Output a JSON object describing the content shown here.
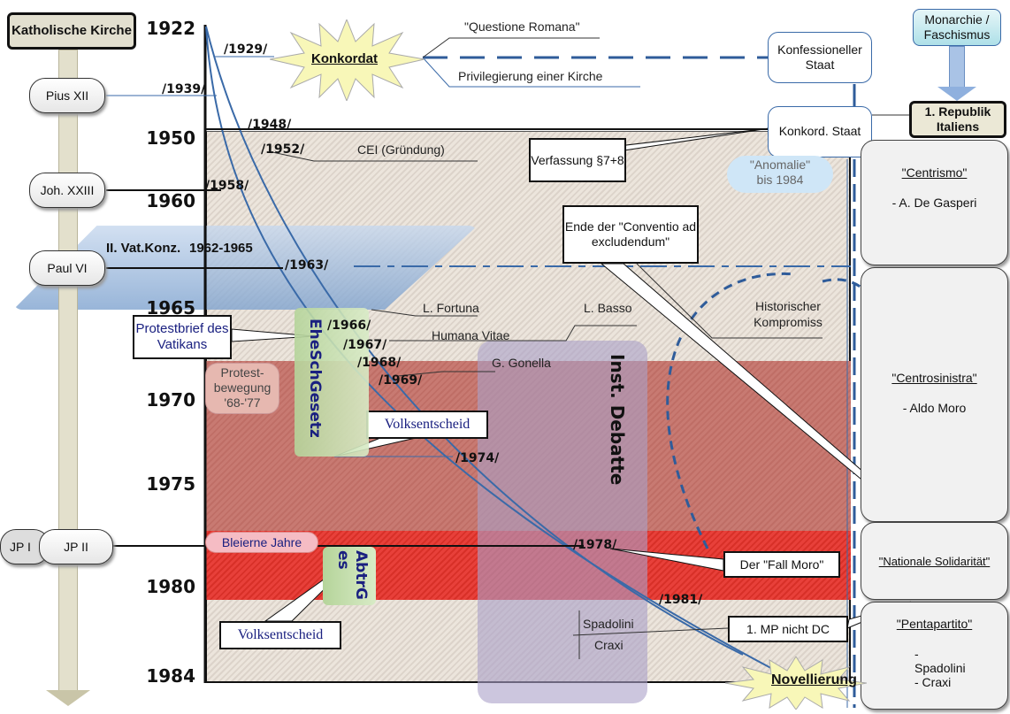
{
  "years": [
    "1922",
    "1950",
    "1960",
    "1965",
    "1970",
    "1975",
    "1980",
    "1984"
  ],
  "church": {
    "title": "Katholische Kirche",
    "popes": [
      "Pius XII",
      "Joh. XXIII",
      "Paul VI",
      "JP I",
      "JP II"
    ]
  },
  "council": {
    "name": "II. Vat.Konz.",
    "period": "1962-1965"
  },
  "markers": [
    "/1929/",
    "/1939/",
    "/1948/",
    "/1952/",
    "/1958/",
    "/1963/",
    "/1966/",
    "/1967/",
    "/1968/",
    "/1969/",
    "/1974/",
    "/1978/",
    "/1981/"
  ],
  "events": {
    "konkordat": "Konkordat",
    "questione": "\"Questione Romana\"",
    "privileg": "Privilegierung einer Kirche",
    "cei": "CEI (Gründung)",
    "fortuna": "L. Fortuna",
    "basso": "L. Basso",
    "humana": "Humana Vitae",
    "gonella": "G. Gonella",
    "spadolini": "Spadolini",
    "craxi": "Craxi",
    "novellierung": "Novellierung"
  },
  "state": {
    "konfessionell": "Konfessioneller Staat",
    "konkord": "Konkord. Staat",
    "monarchie": "Monarchie / Faschismus",
    "republik": "1. Republik Italiens",
    "anomalie": "\"Anomalie\" bis 1984"
  },
  "callouts": {
    "verfassung": "Verfassung §7+8",
    "conventio": "Ende der \"Conventio ad excludendum\"",
    "kompromiss": "Historischer Kompromiss",
    "fallmoro": "Der \"Fall Moro\"",
    "mp": "1. MP nicht DC",
    "volks1": "Volksentscheid",
    "volks2": "Volksentscheid",
    "protestbrief": "Protestbrief des Vatikans",
    "protest": "Protest- bewegung '68-'77",
    "bleierne": "Bleierne Jahre"
  },
  "laws": {
    "ehe": "EheSchGesetz",
    "abtr": "AbtrGes",
    "debatte": "Inst. Debatte"
  },
  "phases": [
    {
      "title": "\"Centrismo\"",
      "detail": "- A. De Gasperi"
    },
    {
      "title": "\"Centrosinistra\"",
      "detail": "- Aldo Moro"
    },
    {
      "title": "\"Nationale Solidarität\"",
      "detail": ""
    },
    {
      "title": "\"Pentapartito\"",
      "detail": "-Spadolini - Craxi"
    }
  ],
  "colors": {
    "hatch": "#e9e1d8",
    "lateRed": "#c87a72",
    "brightRed": "#e53a34",
    "accent": "#2f5c9a"
  }
}
